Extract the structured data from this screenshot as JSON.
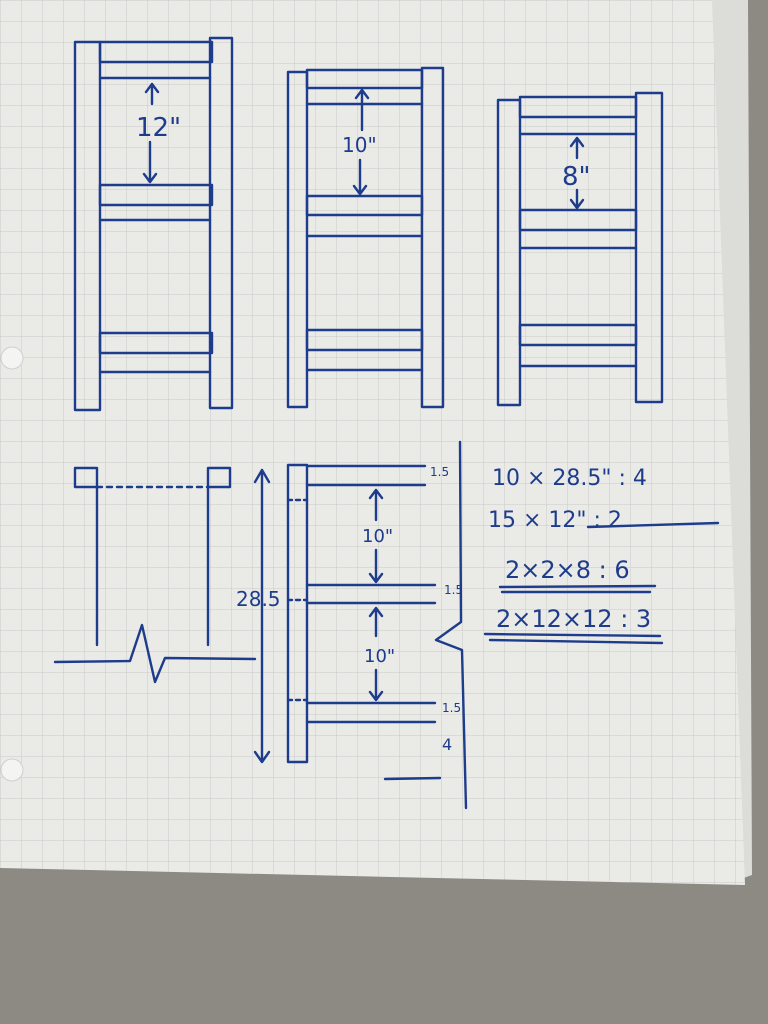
{
  "colors": {
    "ink": "#1e3c8c",
    "paper": "#e9e9e6",
    "carpet": "#8d8983"
  },
  "front_views": [
    {
      "spacing_label": "12\""
    },
    {
      "spacing_label": "10\""
    },
    {
      "spacing_label": "8\""
    }
  ],
  "side_view": {
    "height_label": "28.5",
    "shelf_thickness_labels": [
      "1.5",
      "1.5",
      "1.5"
    ],
    "gap_labels": [
      "10\"",
      "10\""
    ],
    "bottom_label": "4"
  },
  "cut_list": [
    {
      "text": "10 × 28.5\" : 4"
    },
    {
      "text": "15 × 12\" : 2"
    },
    {
      "text": "2×2×8 : 6"
    },
    {
      "text": "2×12×12 : 3"
    }
  ]
}
